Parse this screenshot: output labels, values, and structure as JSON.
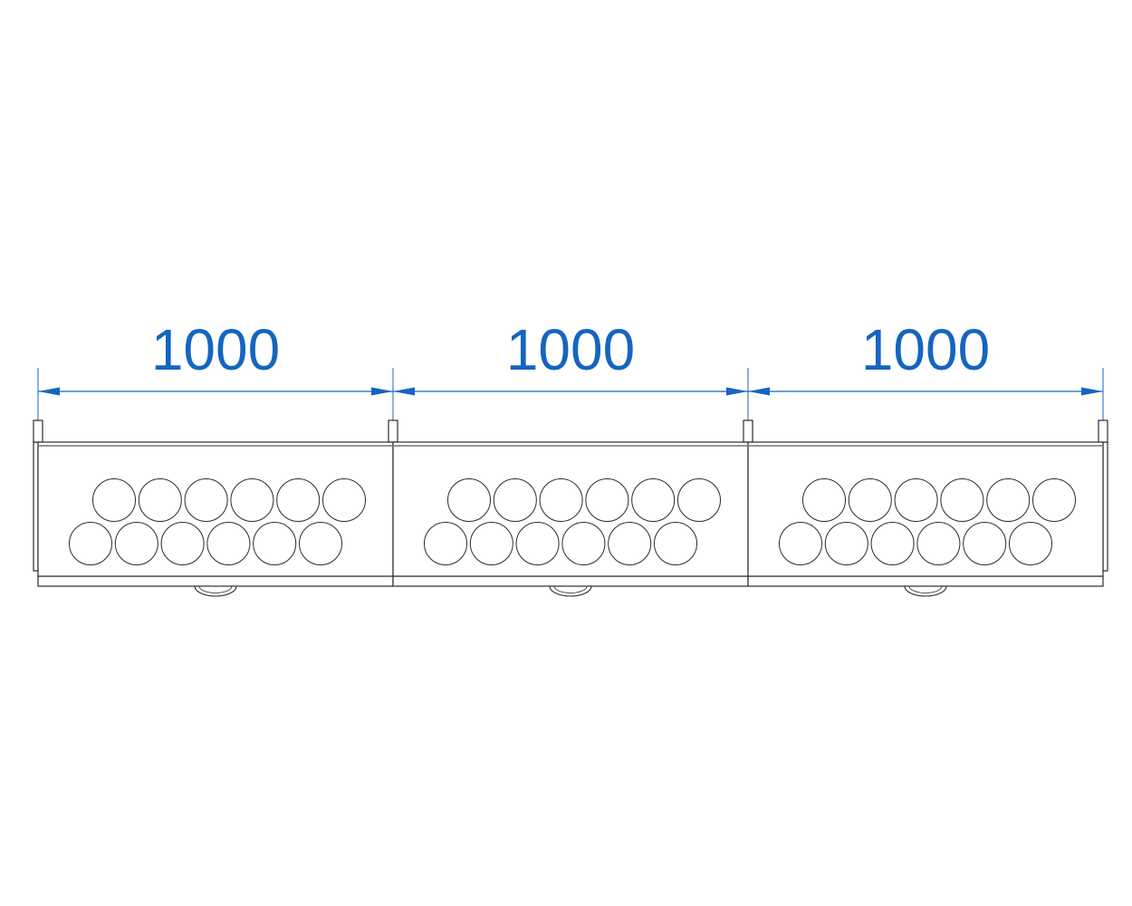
{
  "colors": {
    "dimension": "#1565c0",
    "outline": "#2b2b2b",
    "background": "#ffffff"
  },
  "dimensions": [
    {
      "label": "1000"
    },
    {
      "label": "1000"
    },
    {
      "label": "1000"
    }
  ],
  "modules": [
    {
      "top_row_holes": 6,
      "bottom_row_holes": 6,
      "wheels": 1
    },
    {
      "top_row_holes": 6,
      "bottom_row_holes": 6,
      "wheels": 1
    },
    {
      "top_row_holes": 6,
      "bottom_row_holes": 6,
      "wheels": 1
    }
  ]
}
